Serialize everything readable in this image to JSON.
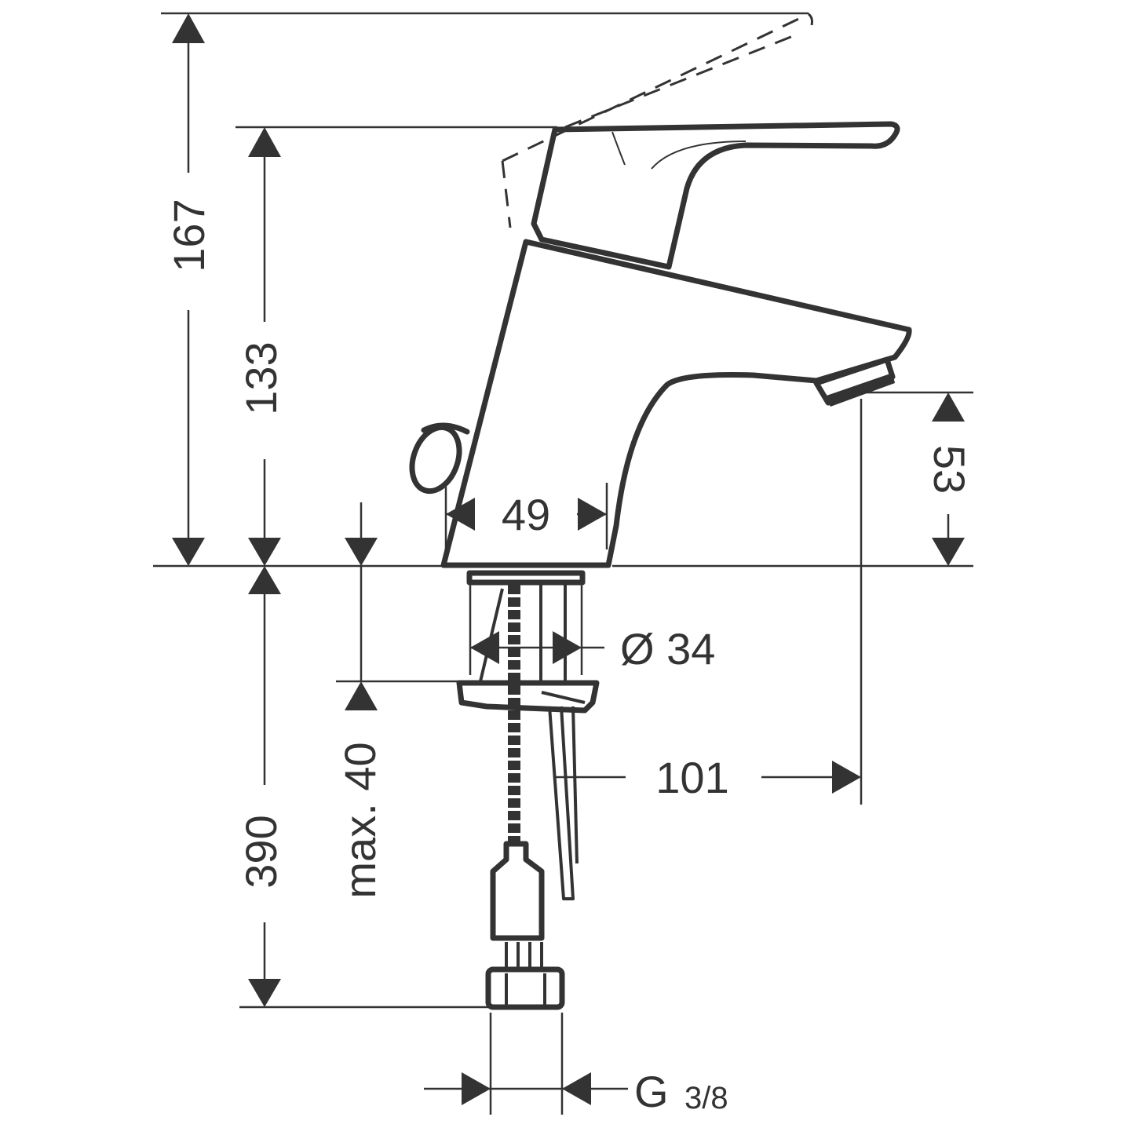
{
  "drawing": {
    "subject": "single-lever basin mixer tap, side elevation with dimensions",
    "line_color": "#333333",
    "background": "#ffffff"
  },
  "dimensions": {
    "total_height": "167",
    "body_height": "133",
    "spout_clearance": "53",
    "body_width": "49",
    "shank_diameter": "Ø 34",
    "max_deck_thickness": "max. 40",
    "spout_reach": "101",
    "hose_length": "390",
    "connection_thread_prefix": "G",
    "connection_thread_fraction": "3/8"
  }
}
